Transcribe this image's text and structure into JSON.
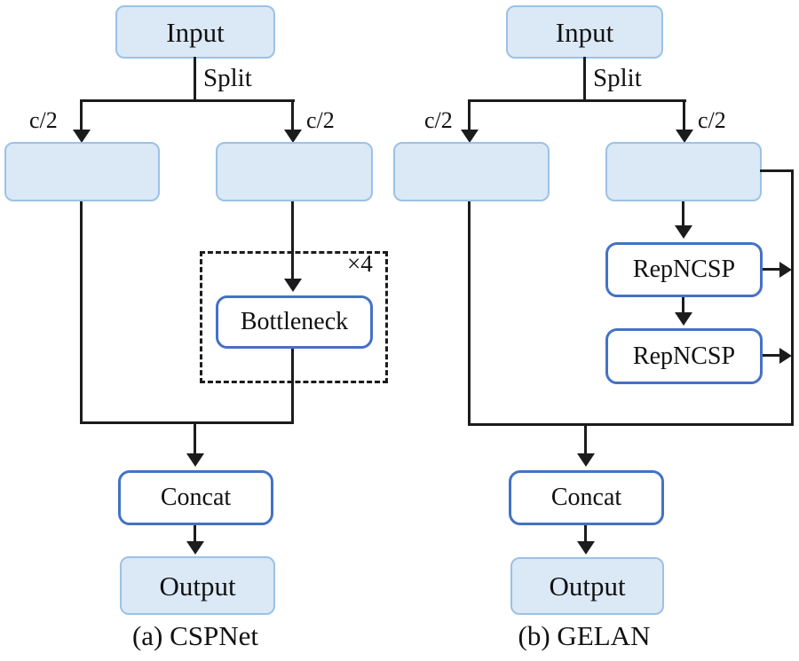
{
  "figure": {
    "panels": [
      {
        "caption": "(a) CSPNet",
        "input": "Input",
        "split": "Split",
        "c_left": "c/2",
        "c_right": "c/2",
        "repeat_badge": "×4",
        "bottleneck": "Bottleneck",
        "concat": "Concat",
        "output": "Output"
      },
      {
        "caption": "(b) GELAN",
        "input": "Input",
        "split": "Split",
        "c_left": "c/2",
        "c_right": "c/2",
        "block_1": "RepNCSP",
        "block_2": "RepNCSP",
        "concat": "Concat",
        "output": "Output"
      }
    ],
    "colors": {
      "node_fill": "#dbe8f6",
      "node_border": "#9cc2e5",
      "accent_border": "#4472c4",
      "line": "#1c1c1c",
      "background": "#ffffff"
    }
  }
}
